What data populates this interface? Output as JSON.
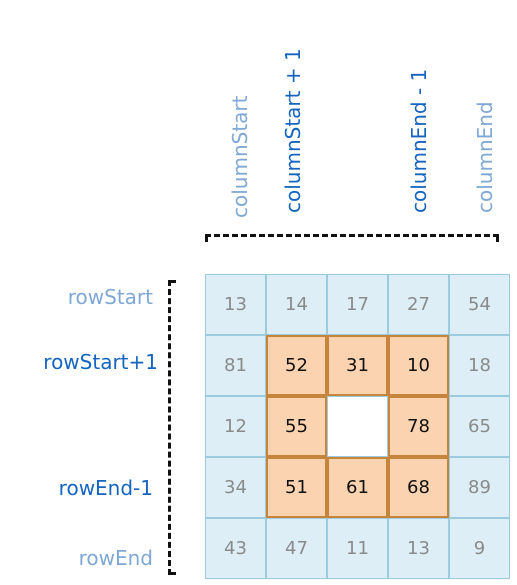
{
  "column_labels": [
    {
      "text": "columnStart",
      "style": "light"
    },
    {
      "text": "columnStart + 1",
      "style": "dark"
    },
    {
      "text": "columnEnd - 1",
      "style": "dark"
    },
    {
      "text": "columnEnd",
      "style": "light"
    }
  ],
  "row_labels": [
    {
      "text": "rowStart",
      "style": "light"
    },
    {
      "text": "rowStart+1",
      "style": "dark"
    },
    {
      "text": "rowEnd-1",
      "style": "dark"
    },
    {
      "text": "rowEnd",
      "style": "light"
    }
  ],
  "matrix": [
    [
      "13",
      "14",
      "17",
      "27",
      "54"
    ],
    [
      "81",
      "52",
      "31",
      "10",
      "18"
    ],
    [
      "12",
      "55",
      "",
      "78",
      "65"
    ],
    [
      "34",
      "51",
      "61",
      "68",
      "89"
    ],
    [
      "43",
      "47",
      "11",
      "13",
      "9"
    ]
  ],
  "colors": {
    "outer_cell": "#ddeef6",
    "inner_cell": "#fbd3b1",
    "inner_border": "#c6843d",
    "label_light": "#7fa8d6",
    "label_dark": "#1565c0"
  }
}
